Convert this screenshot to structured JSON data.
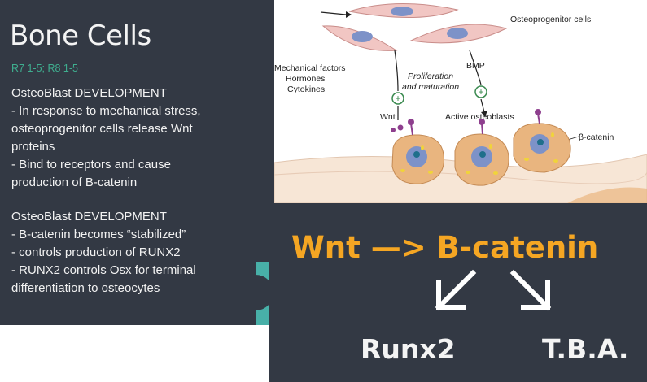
{
  "left_slide": {
    "title": "Bone Cells",
    "subtitle": "R7 1-5; R8 1-5",
    "block1": {
      "heading": "OsteoBlast DEVELOPMENT",
      "lines": [
        "- In response to mechanical stress,",
        "osteoprogenitor cells release Wnt",
        "proteins",
        "- Bind to receptors and cause",
        "production of B-catenin"
      ]
    },
    "block2": {
      "heading": "OsteoBlast DEVELOPMENT",
      "lines": [
        "- B-catenin becomes “stabilized”",
        "- controls production of RUNX2",
        "- RUNX2 controls Osx for terminal",
        "differentiation to osteocytes"
      ]
    }
  },
  "figure": {
    "labels": {
      "osteoprogenitor": "Osteoprogenitor cells",
      "mechanical": "Mechanical factors",
      "hormones": "Hormones",
      "cytokines": "Cytokines",
      "bmp": "BMP",
      "proliferation": "Proliferation",
      "maturation": "and maturation",
      "wnt": "Wnt",
      "active": "Active osteoblasts",
      "beta_catenin": "β-catenin",
      "plus": "+"
    },
    "colors": {
      "cell_fill": "#f1c6c3",
      "cell_stroke": "#c98d8a",
      "nucleus": "#7d92c8",
      "osteoblast": "#e9b57f",
      "tissue": "#f7e6d6"
    }
  },
  "overlay": {
    "wnt_line": "Wnt —> B-catenin",
    "output_left": "Runx2",
    "output_right": "T.B.A.",
    "accent": "#f5a623"
  }
}
